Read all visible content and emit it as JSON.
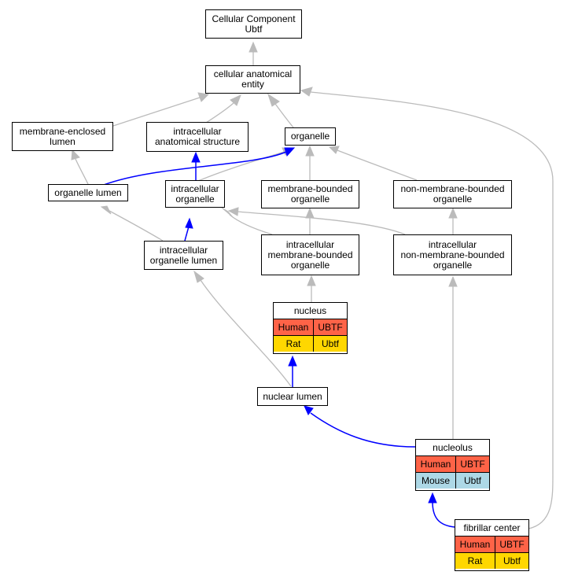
{
  "colors": {
    "human": "#ff6347",
    "rat": "#ffd700",
    "mouse": "#add8e6",
    "edge_gray": "#bbbbbb",
    "edge_blue": "#0000ff"
  },
  "nodes": {
    "root": [
      "Cellular Component",
      "Ubtf"
    ],
    "cae": [
      "cellular anatomical",
      "entity"
    ],
    "mel": [
      "membrane-enclosed",
      "lumen"
    ],
    "ias": [
      "intracellular",
      "anatomical structure"
    ],
    "org": [
      "organelle"
    ],
    "orglumen": [
      "organelle lumen"
    ],
    "iorg": [
      "intracellular",
      "organelle"
    ],
    "mbo": [
      "membrane-bounded",
      "organelle"
    ],
    "nmbo": [
      "non-membrane-bounded",
      "organelle"
    ],
    "iol": [
      "intracellular",
      "organelle lumen"
    ],
    "imbo": [
      "intracellular",
      "membrane-bounded",
      "organelle"
    ],
    "inmbo": [
      "intracellular",
      "non-membrane-bounded",
      "organelle"
    ],
    "nuclumen": [
      "nuclear lumen"
    ]
  },
  "tables": {
    "nucleus": {
      "title": "nucleus",
      "rows": [
        [
          "Human",
          "UBTF"
        ],
        [
          "Rat",
          "Ubtf"
        ]
      ]
    },
    "nucleolus": {
      "title": "nucleolus",
      "rows": [
        [
          "Human",
          "UBTF"
        ],
        [
          "Mouse",
          "Ubtf"
        ]
      ]
    },
    "fibrillar": {
      "title": "fibrillar center",
      "rows": [
        [
          "Human",
          "UBTF"
        ],
        [
          "Rat",
          "Ubtf"
        ]
      ]
    }
  }
}
